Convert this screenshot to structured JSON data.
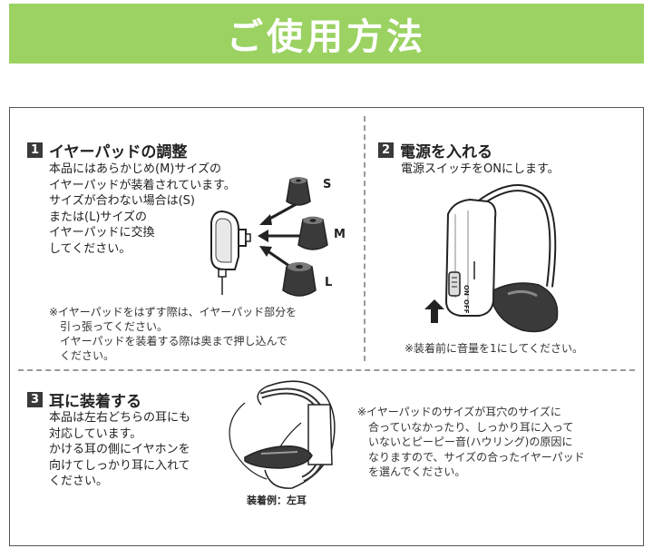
{
  "banner": {
    "title": "ご使用方法"
  },
  "section1": {
    "number": "1",
    "title": "イヤーパッドの調整",
    "body": "本品にはあらかじめ(M)サイズの\nイヤーパッドが装着されています。\nサイズが合わない場合は(S)\nまたは(L)サイズの\nイヤーパッドに交換\nしてください。",
    "note": "※イヤーパッドをはずす際は、イヤーパッド部分を\n　引っ張ってください。\n　イヤーパッドを装着する際は奥まで押し込んで\n　ください。",
    "size_labels": {
      "s": "S",
      "m": "M",
      "l": "L"
    }
  },
  "section2": {
    "number": "2",
    "title": "電源を入れる",
    "body": "電源スイッチをONにします。",
    "note": "※装着前に音量を1にしてください。",
    "switch_on": "ON",
    "switch_off": "OFF"
  },
  "section3": {
    "number": "3",
    "title": "耳に装着する",
    "body": "本品は左右どちらの耳にも\n対応しています。\nかける耳の側にイヤホンを\n向けてしっかり耳に入れて\nください。",
    "caption": "装着例：左耳",
    "note": "※イヤーパッドのサイズが耳穴のサイズに\n　合っていなかったり、しっかり耳に入って\n　いないとピーピー音(ハウリング)の原因に\n　なりますので、サイズの合ったイヤーパッド\n　を選んでください。"
  },
  "colors": {
    "banner": "#9bd262",
    "text": "#222222",
    "divider": "#999999"
  }
}
